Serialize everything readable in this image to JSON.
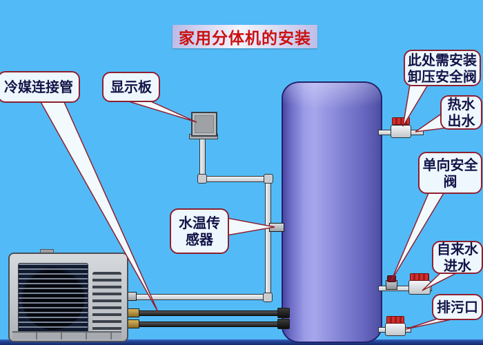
{
  "title": {
    "text": "家用分体机的安装"
  },
  "callouts": {
    "refrigerant_pipe": {
      "label": "冷媒连接管"
    },
    "display_board": {
      "label": "显示板"
    },
    "water_temp_sensor": {
      "label": "水温传\n感器"
    },
    "pressure_relief": {
      "label": "此处需安装\n卸压安全阀"
    },
    "hot_water_out": {
      "label": "热水\n出水"
    },
    "one_way_valve": {
      "label": "单向安全\n阀"
    },
    "tap_water_in": {
      "label": "自来水\n进水"
    },
    "drain_outlet": {
      "label": "排污口"
    }
  },
  "colors": {
    "sky": "#52BBF7",
    "ground_strip": "#1E3F8F",
    "title_text": "#CC1111",
    "title_bg": "#E9E9F8",
    "callout_bg": "#EDF7FD",
    "callout_border": "#8E1F2F",
    "callout_text": "#131347",
    "tank_purple": "#8A8ADC",
    "valve_red": "#C32222",
    "pipe_dark": "#2A2A2A",
    "pipe_light": "#DDE0E3"
  }
}
